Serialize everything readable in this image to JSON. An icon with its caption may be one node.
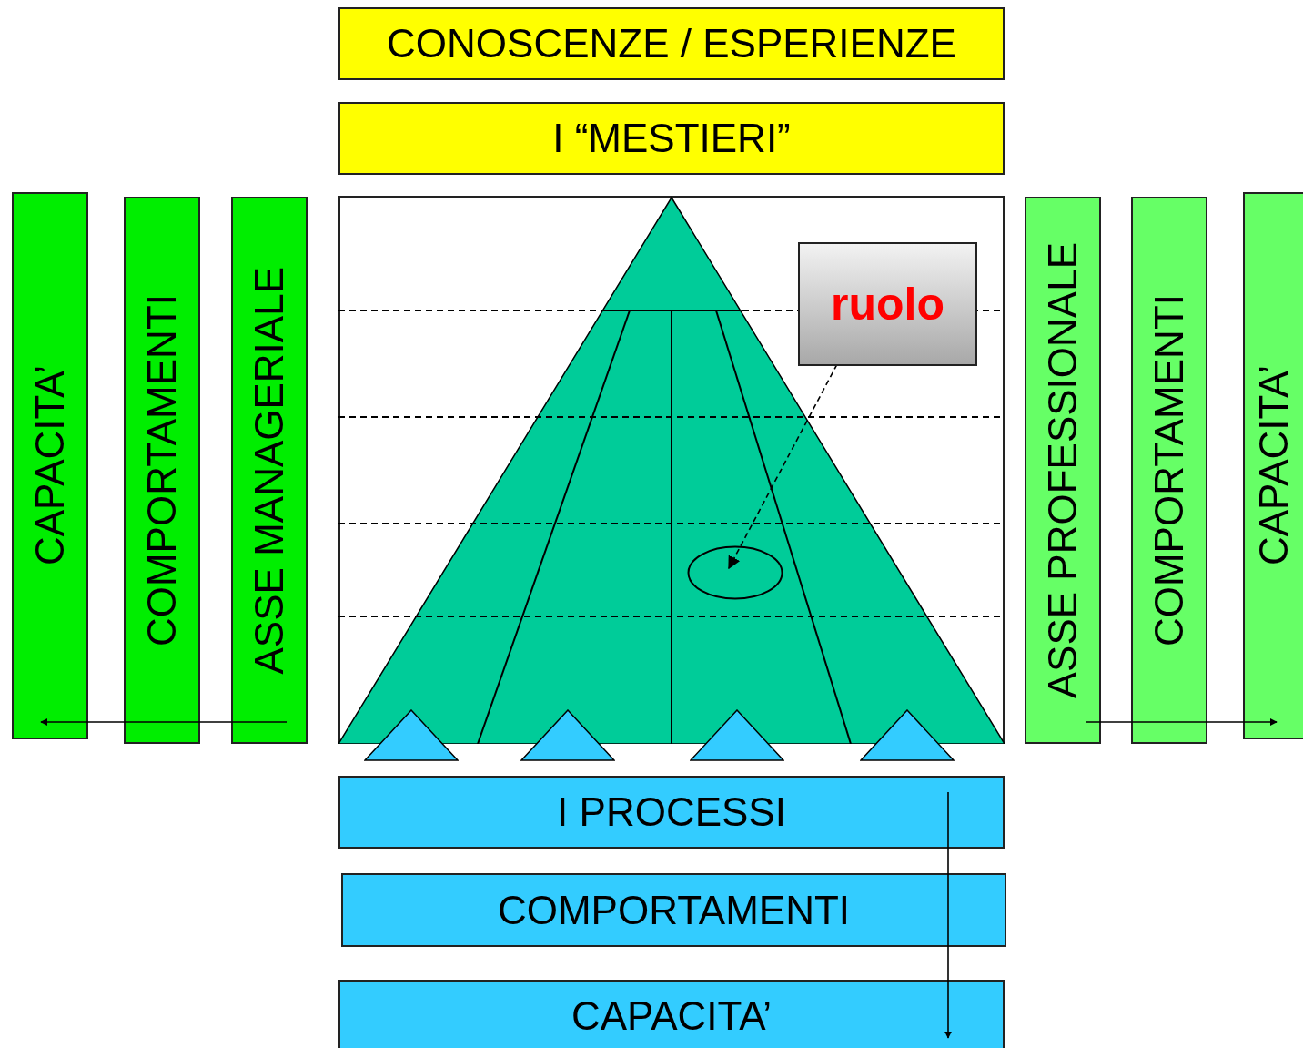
{
  "diagram": {
    "nodes": [
      {
        "text": [
          "CONOSCENZE / ESPERIENZE"
        ]
      },
      {
        "text": [
          "I “MESTIERI”"
        ]
      },
      {
        "text": [
          "CAPACITA’"
        ]
      },
      {
        "text": [
          "COMPORTAMENTI"
        ]
      },
      {
        "text": [
          "ASSE MANAGERIALE"
        ]
      },
      {
        "text": [],
        "shape": "box"
      },
      {
        "text": [
          "ruolo"
        ],
        "in": 5
      },
      {
        "text": [],
        "shape": "ellipse",
        "in": 5
      },
      {
        "text": [
          "ASSE PROFESSIONALE"
        ]
      },
      {
        "text": [
          "COMPORTAMENTI"
        ]
      },
      {
        "text": [
          "CAPACITA’"
        ]
      },
      {
        "text": [
          "I PROCESSI"
        ]
      },
      {
        "text": [
          "COMPORTAMENTI"
        ]
      },
      {
        "text": [
          "CAPACITA’"
        ]
      },
      {
        "text": [],
        "shape": "triangle"
      },
      {
        "text": [],
        "shape": "triangle"
      },
      {
        "text": [],
        "shape": "triangle"
      },
      {
        "text": [],
        "shape": "triangle"
      }
    ],
    "edges": [
      {
        "from": 4,
        "to": 3,
        "arrow": "none"
      },
      {
        "from": 3,
        "to": 2,
        "arrow": "to"
      },
      {
        "from": 8,
        "to": 9,
        "arrow": "none"
      },
      {
        "from": 9,
        "to": 10,
        "arrow": "to"
      },
      {
        "from": 6,
        "to": 7,
        "arrow": "to",
        "style": "dashed"
      },
      {
        "from": 11,
        "to": 12,
        "arrow": "none"
      },
      {
        "from": 12,
        "to": 13,
        "arrow": "to"
      }
    ]
  }
}
